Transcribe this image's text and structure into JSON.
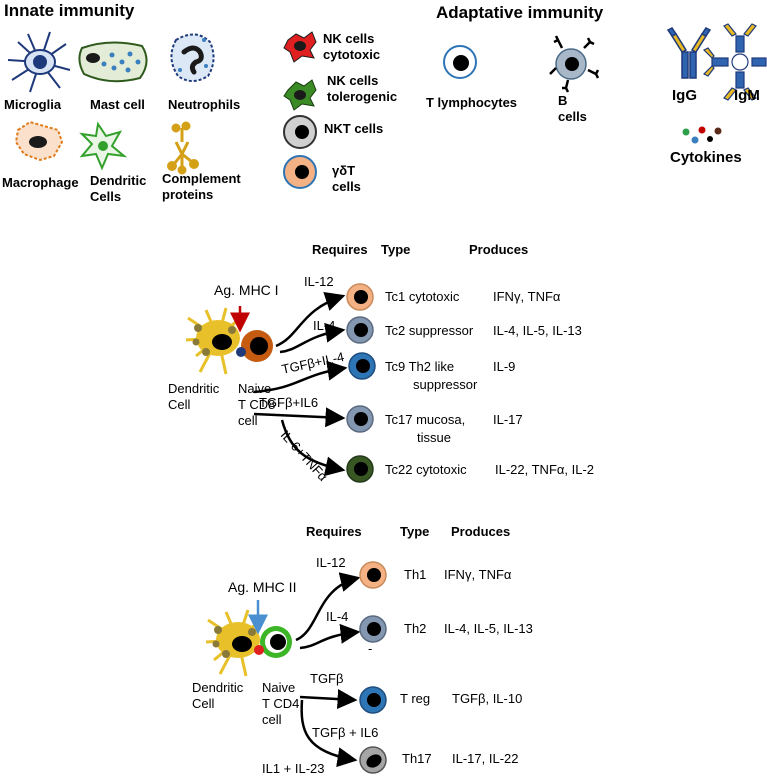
{
  "innate": {
    "heading": "Innate immunity",
    "microglia": "Microglia",
    "mast_cell": "Mast cell",
    "neutrophils": "Neutrophils",
    "macrophage": "Macrophage",
    "dendritic_1": "Dendritic",
    "dendritic_2": "Cells",
    "complement_1": "Complement",
    "complement_2": "proteins"
  },
  "nk": {
    "cytotoxic_1": "NK cells",
    "cytotoxic_2": "cytotoxic",
    "tolerogenic_1": "NK cells",
    "tolerogenic_2": "tolerogenic",
    "nkt": "NKT cells",
    "gdt_1": "γδT",
    "gdt_2": "cells"
  },
  "adaptive": {
    "heading": "Adaptative immunity",
    "t_lymphocytes": "T lymphocytes",
    "b_1": "B",
    "b_2": "cells",
    "igg": "IgG",
    "igm": "IgM",
    "cytokines": "Cytokines"
  },
  "cd8": {
    "col_requires": "Requires",
    "col_type": "Type",
    "col_produces": "Produces",
    "antigen": "Ag. MHC I",
    "dendritic_1": "Dendritic",
    "dendritic_2": "Cell",
    "naive_1": "Naive",
    "naive_2": "T CD8",
    "naive_3": "cell",
    "rows": [
      {
        "requires": "IL-12",
        "type": "Tc1 cytotoxic",
        "produces": "IFNγ, TNFα"
      },
      {
        "requires": "IL-4",
        "type": "Tc2 suppressor",
        "produces": "IL-4, IL-5, IL-13"
      },
      {
        "requires": "TGFβ+IL-4",
        "type": "Tc9 Th2 like",
        "type2": "suppressor",
        "produces": "IL-9"
      },
      {
        "requires": "TGFβ+IL6",
        "type": "Tc17 mucosa,",
        "type2": "tissue",
        "produces": "IL-17"
      },
      {
        "requires": "IL-6+TNFα",
        "type": "Tc22  cytotoxic",
        "produces": "IL-22, TNFα, IL-2"
      }
    ]
  },
  "cd4": {
    "col_requires": "Requires",
    "col_type": "Type",
    "col_produces": "Produces",
    "antigen": "Ag. MHC II",
    "dendritic_1": "Dendritic",
    "dendritic_2": "Cell",
    "naive_1": "Naive",
    "naive_2": "T CD4",
    "naive_3": "cell",
    "dash": "-",
    "rows": [
      {
        "requires": "IL-12",
        "type": "Th1",
        "produces": "IFNγ, TNFα"
      },
      {
        "requires": "IL-4",
        "type": "Th2",
        "produces": "IL-4, IL-5, IL-13"
      },
      {
        "requires": "TGFβ",
        "type": "T reg",
        "produces": "TGFβ, IL-10"
      },
      {
        "requires": "TGFβ + IL6",
        "requires2": "IL1 + IL-23",
        "type": "Th17",
        "produces": "IL-17, IL-22"
      }
    ]
  },
  "colors": {
    "red_arrow": "#c00000",
    "blue_arrow": "#4a90d0",
    "tc1": "#f4b183",
    "tc2": "#8497b0",
    "tc9": "#2e75b6",
    "tc22": "#385723",
    "dendritic_yellow": "#e8c12a",
    "naive_cd8": "#c55a11",
    "naive_cd4": "#3cb526"
  }
}
